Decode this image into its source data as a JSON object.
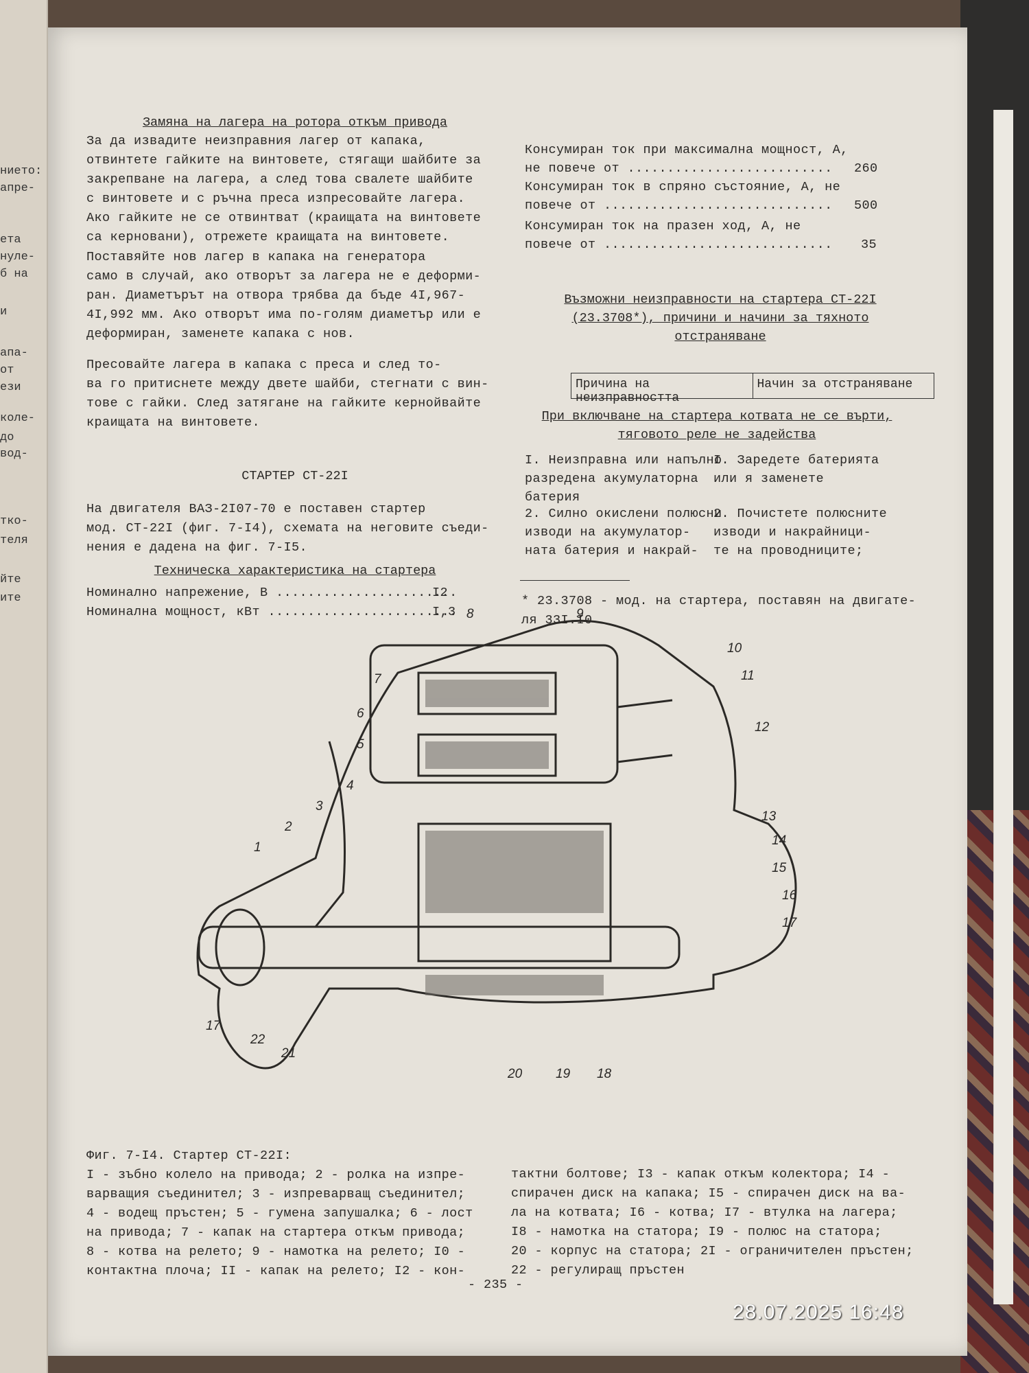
{
  "left_page_fragments": [
    "нието:",
    "апре-",
    "ета",
    "нуле-",
    "б на",
    "и",
    "апа-",
    "от",
    "ези",
    "коле-",
    "до",
    "вод-",
    "тко-",
    "теля",
    "йте",
    "ите"
  ],
  "left_column": {
    "heading1": "Замяна на лагера на ротора откъм привода",
    "para1": [
      "За да извадите неизправния лагер от капака,",
      "отвинтете гайките на винтовете, стягащи шайбите за",
      "закрепване на лагера, а след това свалете шайбите",
      "с винтовете и с ръчна преса изпресовайте лагера.",
      "Ако гайките не се отвинтват (краищата на винтовете",
      "са керновани), отрежете краищата на винтовете."
    ],
    "para2": [
      "Поставяйте нов лагер в капака на генератора",
      "само в случай, ако отворът за лагера не е деформи-",
      "ран. Диаметърът на отвора трябва да бъде 4I,967-",
      "4I,992 мм. Ако отворът има по-голям диаметър или е",
      "деформиран, заменете капака с нов."
    ],
    "para3": [
      "Пресовайте лагера в капака с преса и след то-",
      "ва го притиснете между двете шайби, стегнати с вин-",
      "тове с гайки. След затягане на гайките кернойвайте",
      "краищата на винтовете."
    ],
    "heading2": "СТАРТЕР СТ-22I",
    "para4": [
      "На двигателя ВАЗ-2I07-70 е поставен стартер",
      "мод. СТ-22I (фиг. 7-I4), схемата на неговите съеди-",
      "нения е дадена на фиг. 7-I5."
    ],
    "heading3": "Техническа характеристика на стартера",
    "spec1_label": "Номинално напрежение, В .......................",
    "spec1_value": "I2",
    "spec2_label": "Номинална мощност, кВт ........................",
    "spec2_value": "I,3"
  },
  "right_column": {
    "spec3_line1": "Консумиран ток при максимална мощност, А,",
    "spec3_line2": "не повече от ..........................",
    "spec3_value": "260",
    "spec4_line1": "Консумиран ток в спряно състояние, А, не",
    "spec4_line2": "повече от .............................",
    "spec4_value": "500",
    "spec5_line1": "Консумиран ток на празен ход, А, не",
    "spec5_line2": "повече от .............................",
    "spec5_value": "35",
    "heading4": [
      "Възможни неизправности на стартера СТ-22I",
      "(23.3708*), причини и начини за тяхното",
      "отстраняване"
    ],
    "table_col1": "Причина на неизправността",
    "table_col2": "Начин за отстраняване",
    "subheading": [
      "При включване на стартера котвата не се върти,",
      "тяговото реле не задейства"
    ],
    "cause1": [
      "I. Неизправна или напълно",
      "разредена акумулаторна",
      "батерия"
    ],
    "remedy1": [
      "I. Заредете батерията",
      "или я заменете"
    ],
    "cause2": [
      "2. Силно окислени полюсни",
      "изводи на акумулатор-",
      "ната батерия и накрай-"
    ],
    "remedy2": [
      "2. Почистете полюсните",
      "изводи и накрайници-",
      "те на проводниците;"
    ],
    "footnote": [
      "* 23.3708 - мод. на стартера, поставян на двигате-",
      "ля 33I.I0"
    ]
  },
  "figure_labels": [
    "1",
    "2",
    "3",
    "4",
    "5",
    "6",
    "7",
    "8",
    "9",
    "10",
    "11",
    "12",
    "13",
    "14",
    "15",
    "16",
    "17",
    "17",
    "22",
    "21",
    "20",
    "19",
    "18"
  ],
  "caption_left": [
    "Фиг. 7-I4. Стартер СТ-22I:",
    "I - зъбно колело на привода; 2 - ролка на изпре-",
    "варващия съединител; 3 - изпреварващ съединител;",
    "4 - водещ пръстен; 5 - гумена запушалка; 6 - лост",
    "на привода; 7 - капак на стартера откъм привода;",
    "8 - котва на релето; 9 - намотка на релето; I0 -",
    "контактна плоча; II - капак на релето; I2 - кон-"
  ],
  "caption_right": [
    "тактни болтове; I3 - капак откъм колектора; I4 -",
    "спирачен диск на капака; I5 - спирачен диск на ва-",
    "ла на котвата; I6 - котва; I7 - втулка на лагера;",
    "I8 - намотка на статора; I9 - полюс на статора;",
    "20 - корпус на статора; 2I - ограничителен пръстен;",
    "22 - регулиращ пръстен"
  ],
  "page_number": "- 235 -",
  "timestamp": "28.07.2025  16:48"
}
